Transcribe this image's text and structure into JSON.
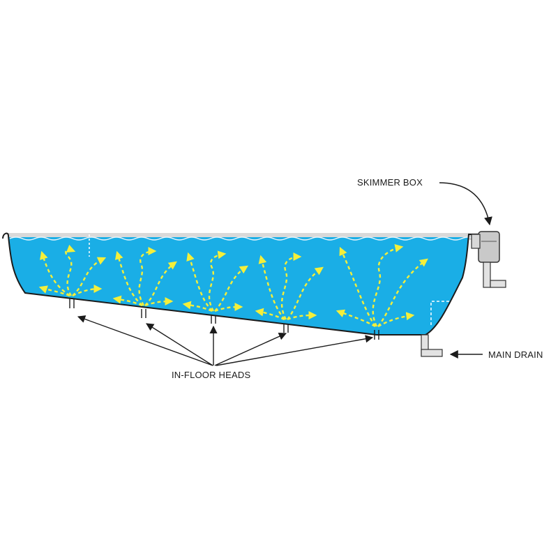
{
  "labels": {
    "skimmer": "SKIMMER BOX",
    "drain": "MAIN DRAIN",
    "heads": "IN-FLOOR HEADS"
  },
  "colors": {
    "water": "#1aaee6",
    "wall": "#1b1b1b",
    "flow": "#f4ef3a",
    "surface_band": "#d9d9d9",
    "pipe": "#e2e2e2",
    "skimmer_body": "#c9c9c9",
    "text": "#1a1a1a"
  },
  "components": [
    "skimmer-box",
    "main-drain",
    "in-floor-head"
  ]
}
